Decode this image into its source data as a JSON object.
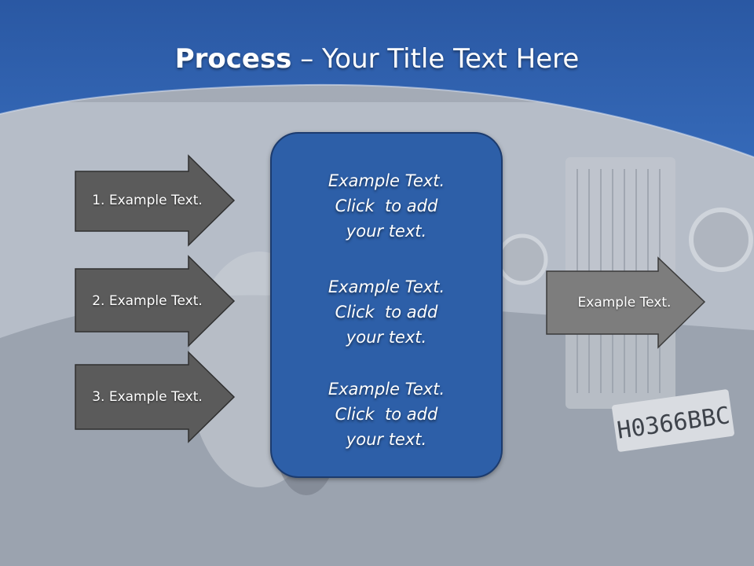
{
  "slide": {
    "title_bold": "Process",
    "title_rest": " – Your Title Text Here",
    "colors": {
      "band": "#2e62b0",
      "box": "#2d5fa8",
      "arrow_dark": "#5b5b5b",
      "arrow_light": "#7d7d7d"
    },
    "left_arrows": [
      {
        "label": "1. Example Text."
      },
      {
        "label": "2. Example Text."
      },
      {
        "label": "3. Example Text."
      }
    ],
    "center_blocks": [
      {
        "line1": "Example Text.",
        "line2": "Click  to add",
        "line3": "your text."
      },
      {
        "line1": "Example Text.",
        "line2": "Click  to add",
        "line3": "your text."
      },
      {
        "line1": "Example Text.",
        "line2": "Click  to add",
        "line3": "your text."
      }
    ],
    "right_arrow": {
      "label": "Example Text."
    },
    "background_photo_text": "H0366BBC"
  }
}
